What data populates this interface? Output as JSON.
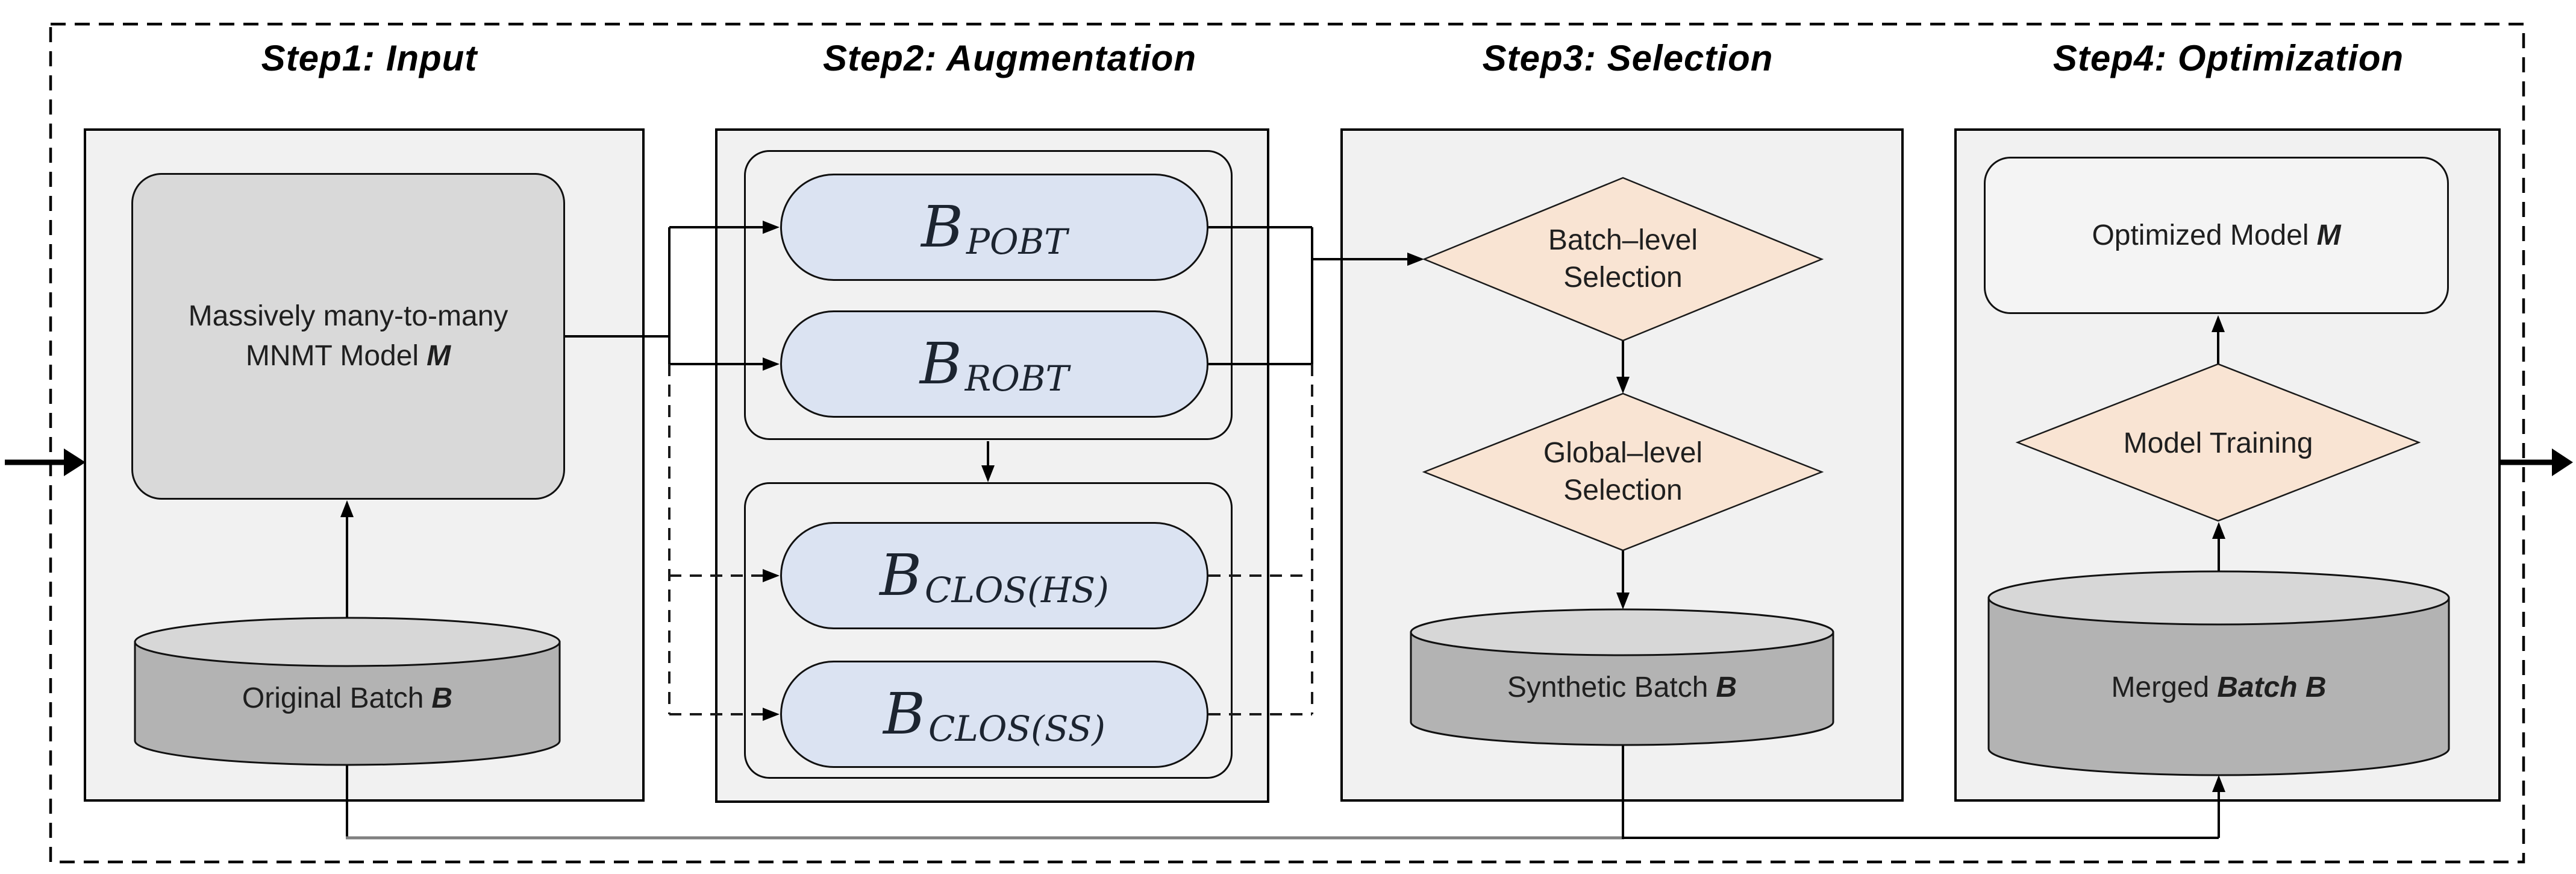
{
  "figure_type": "pipeline-flowchart",
  "colors": {
    "panel_fill": "#f1f1f1",
    "model_box_fill": "#d9d9d9",
    "optimized_box_fill": "#f4f4f4",
    "pill_fill": "#dbe3f2",
    "diamond_fill": "#f9e4d3",
    "cylinder_body_fill": "#b3b3b3",
    "cylinder_top_fill": "#d7d7d7",
    "line_color": "#000000",
    "feedback_gray": "#808080"
  },
  "steps": {
    "step1": {
      "title": "Step1: Input",
      "model_box": {
        "line1": "Massively many-to-many",
        "line2": "MNMT Model",
        "symbol": "M"
      },
      "cylinder": {
        "label": "Original Batch",
        "symbol": "B"
      }
    },
    "step2": {
      "title": "Step2: Augmentation",
      "pills": [
        {
          "base": "B",
          "sub": "POBT"
        },
        {
          "base": "B",
          "sub": "ROBT"
        },
        {
          "base": "B",
          "sub": "CLOS(HS)"
        },
        {
          "base": "B",
          "sub": "CLOS(SS)"
        }
      ]
    },
    "step3": {
      "title": "Step3: Selection",
      "diamonds": [
        {
          "line1": "Batch–level",
          "line2": "Selection"
        },
        {
          "line1": "Global–level",
          "line2": "Selection"
        }
      ],
      "cylinder": {
        "label": "Synthetic Batch",
        "symbol": "B"
      }
    },
    "step4": {
      "title": "Step4: Optimization",
      "box": {
        "label": "Optimized Model",
        "symbol": "M"
      },
      "diamond": {
        "label": "Model Training"
      },
      "cylinder": {
        "label": "Merged",
        "symbol": "Batch B"
      }
    }
  }
}
